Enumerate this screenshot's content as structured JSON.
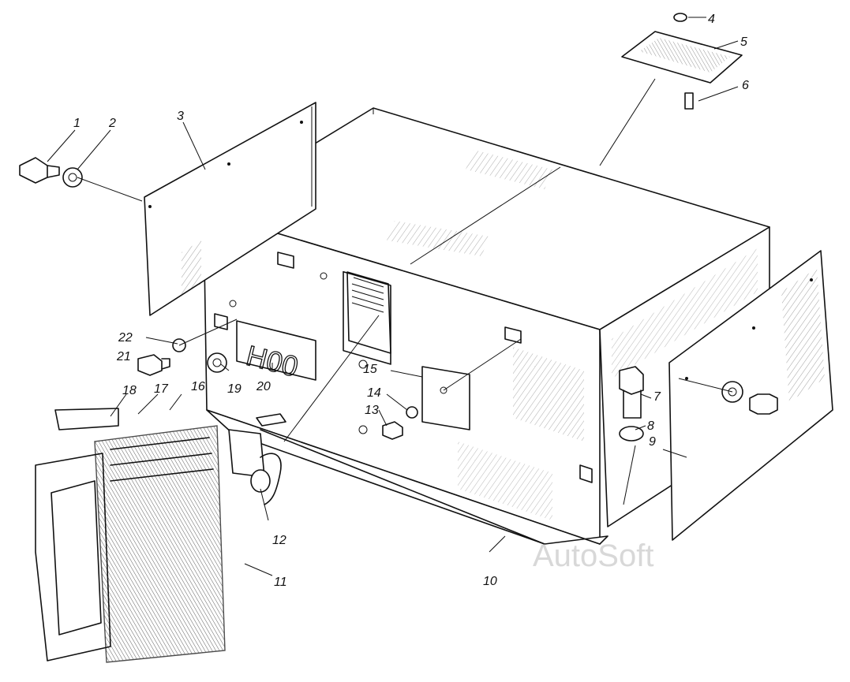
{
  "labels": {
    "l1": "1",
    "l2": "2",
    "l3": "3",
    "l4": "4",
    "l5": "5",
    "l6": "6",
    "l7": "7",
    "l8": "8",
    "l9": "9",
    "l10": "10",
    "l11": "11",
    "l12": "12",
    "l13": "13",
    "l14": "14",
    "l15": "15",
    "l16": "16",
    "l17": "17",
    "l18": "18",
    "l20": "20",
    "l19": "19",
    "l21": "21",
    "l22": "22"
  },
  "plate_text": "H00",
  "watermark": "AutoSoft",
  "colors": {
    "ink": "#111111",
    "paper": "#ffffff",
    "watermark": "#d8d8d8"
  }
}
